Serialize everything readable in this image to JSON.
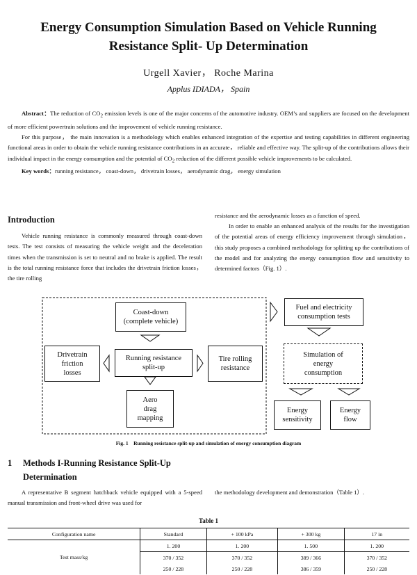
{
  "title_line1": "Energy Consumption Simulation Based on Vehicle Running",
  "title_line2": "Resistance Split- Up Determination",
  "authors": "Urgell Xavier， Roche Marina",
  "affiliation": "Applus IDIADA， Spain",
  "abstract": {
    "label": "Abstract：",
    "p1a": "The reduction of CO",
    "p1sub": "2",
    "p1b": " emission levels is one of the major concerns of the automotive industry. OEM’s and suppliers are focused on the development of more efficient powertrain solutions and the improvement of vehicle running resistance.",
    "p2a": "For this purpose， the main innovation is a methodology which enables enhanced integration of the expertise and testing capabilities in different engineering functional areas in order to obtain the vehicle running resistance contributions in an accurate， reliable and effective way. The split-up of the contributions allows their individual impact in the energy consumption and the potential of CO",
    "p2sub": "2",
    "p2b": " reduction of the different possible vehicle improvements to be calculated.",
    "kw_label": "Key words：",
    "keywords": "running resistance， coast-down， drivetrain losses， aerodynamic drag， energy simulation"
  },
  "intro": {
    "heading": "Introduction",
    "left_p1": "Vehicle running resistance is commonly measured through coast-down tests. The test consists of measuring the vehicle weight and the deceleration times when the transmission is set to neutral and no brake is applied. The result is the total running resistance force that includes the drivetrain friction losses， the tire rolling",
    "right_p1": "resistance and the aerodynamic losses as a function of speed.",
    "right_p2": "In order to enable an enhanced analysis of the results for the investigation of the potential areas of energy efficiency improvement through simulation， this study proposes a combined methodology for splitting up the contributions of the model and for analyzing the energy consumption flow and sensitivity to determined factors（Fig. 1）."
  },
  "figure": {
    "coastdown_1": "Coast-down",
    "coastdown_2": "(complete vehicle)",
    "drivetrain_1": "Drivetrain",
    "drivetrain_2": "friction",
    "drivetrain_3": "losses",
    "split_1": "Running resistance",
    "split_2": "split-up",
    "tire_1": "Tire rolling",
    "tire_2": "resistance",
    "aero_1": "Aero",
    "aero_2": "drag",
    "aero_3": "mapping",
    "fuel_1": "Fuel and electricity",
    "fuel_2": "consumption tests",
    "sim_1": "Simulation of",
    "sim_2": "energy",
    "sim_3": "consumption",
    "sens_1": "Energy",
    "sens_2": "sensitivity",
    "flow_1": "Energy",
    "flow_2": "flow",
    "caption": "Fig. 1　Running resistance split-up and simulation of energy consumption diagram"
  },
  "section1": {
    "num": "1",
    "title_1": "Methods I-Running Resistance Split-Up",
    "title_2": "Determination",
    "left": "A representative B segment hatchback vehicle equipped with a 5-speed manual transmission and front-wheel drive was used for",
    "right": "the methodology development and demonstration（Table 1）."
  },
  "table": {
    "caption": "Table 1",
    "headers": [
      "Configuration name",
      "Standard",
      "+ 100 kPa",
      "+ 300 kg",
      "17 in"
    ],
    "row1": [
      "",
      "1. 200",
      "1. 200",
      "1. 500",
      "1. 200"
    ],
    "row2": [
      "Test mass/kg",
      "370 / 352",
      "370 / 352",
      "389 / 366",
      "370 / 352"
    ],
    "row3": [
      "",
      "250 / 228",
      "250 / 228",
      "386 / 359",
      "250 / 228"
    ]
  }
}
